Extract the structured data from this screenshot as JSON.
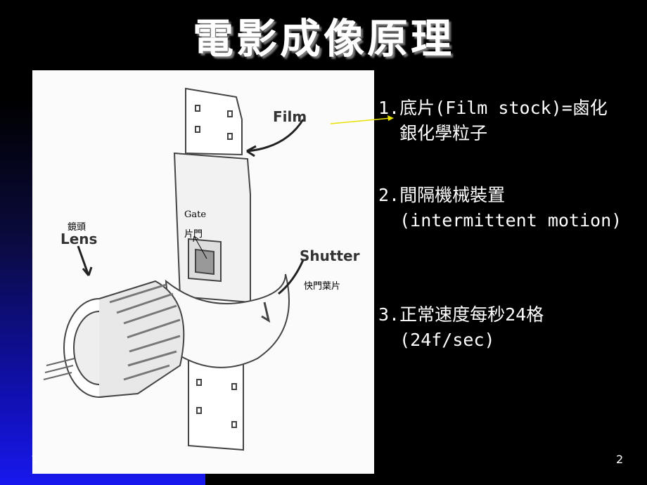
{
  "slide": {
    "title": "電影成像原理",
    "page_number": "2",
    "date_fragment": "1"
  },
  "figure": {
    "label_film": "Film",
    "label_lens": "Lens",
    "label_shutter": "Shutter",
    "label_lens_cn": "鏡頭",
    "label_gate_en": "Gate",
    "label_gate_cn": "片門",
    "label_shutter_cn": "快門葉片"
  },
  "points": [
    {
      "line1": "1.底片(Film stock)=鹵化",
      "line2": "  銀化學粒子"
    },
    {
      "line1": "2.間隔機械裝置",
      "line2": "  (intermittent motion)"
    },
    {
      "line1": "3.正常速度每秒24格",
      "line2": "  (24f/sec)"
    }
  ],
  "colors": {
    "pointer_arrow": "#e8e000",
    "text": "#ffffff",
    "background": "#000000"
  }
}
